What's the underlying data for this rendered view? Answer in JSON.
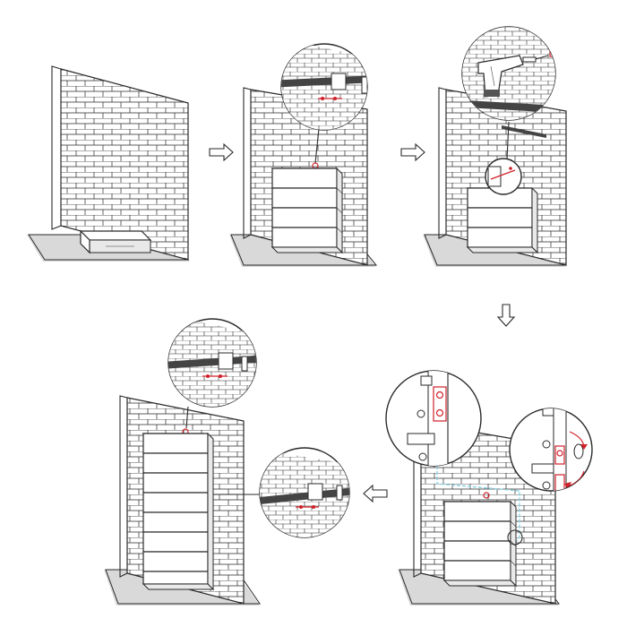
{
  "steps": [
    {
      "id": "step-1",
      "modules": 0,
      "zoom": "none"
    },
    {
      "id": "step-2",
      "modules": 3,
      "zoom": "bracket"
    },
    {
      "id": "step-3",
      "modules": 3,
      "zoom": "drill"
    },
    {
      "id": "step-4",
      "modules": 3,
      "zoom": "cable-lock"
    },
    {
      "id": "step-5",
      "modules": 7,
      "zoom": "bracket"
    }
  ],
  "colors": {
    "line": "#2a2a2a",
    "accent": "#d0202a",
    "cable": "#8fd0e0",
    "shadow": "#d9d9d9"
  },
  "icons": [
    "arrow-right-icon",
    "arrow-down-icon",
    "arrow-left-icon",
    "drill-icon",
    "bracket-icon",
    "rotate-arrow-icon"
  ]
}
